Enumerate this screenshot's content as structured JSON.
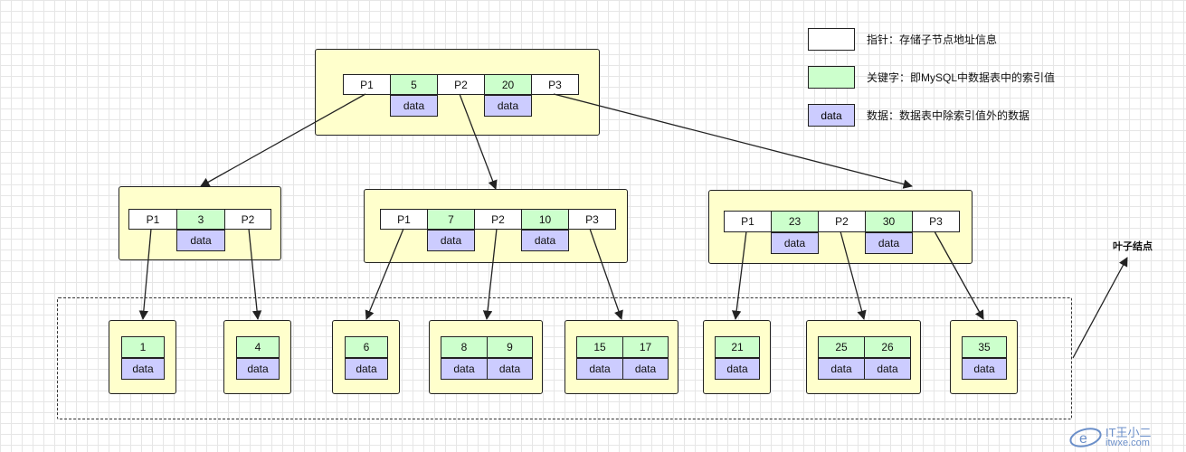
{
  "colors": {
    "node_fill": "#ffffcc",
    "pointer_fill": "#ffffff",
    "key_fill": "#ccffcc",
    "data_fill": "#ccccff"
  },
  "legend": [
    {
      "swatch": "",
      "type": "pointer",
      "text": "指针：存储子节点地址信息"
    },
    {
      "swatch": "",
      "type": "key",
      "text": "关键字：即MySQL中数据表中的索引值"
    },
    {
      "swatch": "data",
      "type": "data",
      "text": "数据：数据表中除索引值外的数据"
    }
  ],
  "leaf_label": "叶子结点",
  "root": {
    "pointers": [
      "P1",
      "P2",
      "P3"
    ],
    "keys": [
      "5",
      "20"
    ],
    "data": [
      "data",
      "data"
    ]
  },
  "internal": [
    {
      "pointers": [
        "P1",
        "P2"
      ],
      "keys": [
        "3"
      ],
      "data": [
        "data"
      ]
    },
    {
      "pointers": [
        "P1",
        "P2",
        "P3"
      ],
      "keys": [
        "7",
        "10"
      ],
      "data": [
        "data",
        "data"
      ]
    },
    {
      "pointers": [
        "P1",
        "P2",
        "P3"
      ],
      "keys": [
        "23",
        "30"
      ],
      "data": [
        "data",
        "data"
      ]
    }
  ],
  "leaves": [
    {
      "keys": [
        "1"
      ],
      "data": [
        "data"
      ]
    },
    {
      "keys": [
        "4"
      ],
      "data": [
        "data"
      ]
    },
    {
      "keys": [
        "6"
      ],
      "data": [
        "data"
      ]
    },
    {
      "keys": [
        "8",
        "9"
      ],
      "data": [
        "data",
        "data"
      ]
    },
    {
      "keys": [
        "15",
        "17"
      ],
      "data": [
        "data",
        "data"
      ]
    },
    {
      "keys": [
        "21"
      ],
      "data": [
        "data"
      ]
    },
    {
      "keys": [
        "25",
        "26"
      ],
      "data": [
        "data",
        "data"
      ]
    },
    {
      "keys": [
        "35"
      ],
      "data": [
        "data"
      ]
    }
  ],
  "watermark": {
    "cn": "IT王小二",
    "en": "itwxe.com"
  }
}
